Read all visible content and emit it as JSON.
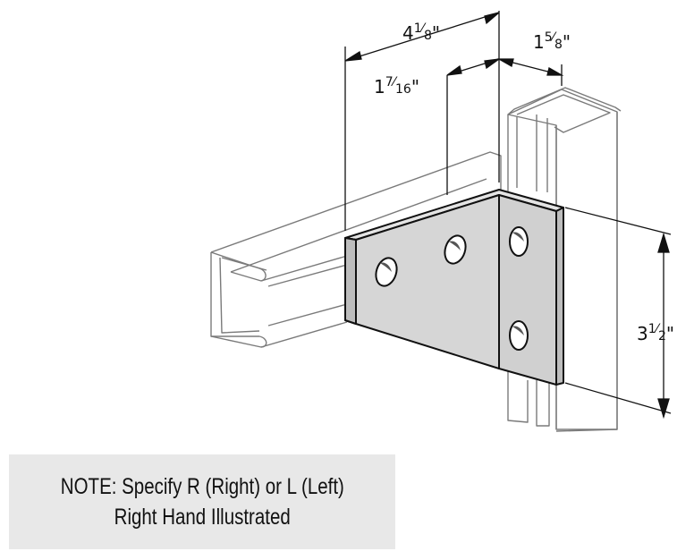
{
  "dimensions": {
    "overall_width": {
      "whole": "4",
      "num": "1",
      "den": "8",
      "unit": "\""
    },
    "channel_width": {
      "whole": "1",
      "num": "5",
      "den": "8",
      "unit": "\""
    },
    "hole_offset": {
      "whole": "1",
      "num": "7",
      "den": "16",
      "unit": "\""
    },
    "height": {
      "whole": "3",
      "num": "1",
      "den": "2",
      "unit": "\""
    }
  },
  "note": {
    "line1": "NOTE:  Specify R (Right) or L (Left)",
    "line2": "Right Hand Illustrated"
  },
  "colors": {
    "plate_fill": "#d6d6d6",
    "line": "#111111",
    "channel_line": "#777777",
    "note_bg": "#e8e8e8"
  }
}
